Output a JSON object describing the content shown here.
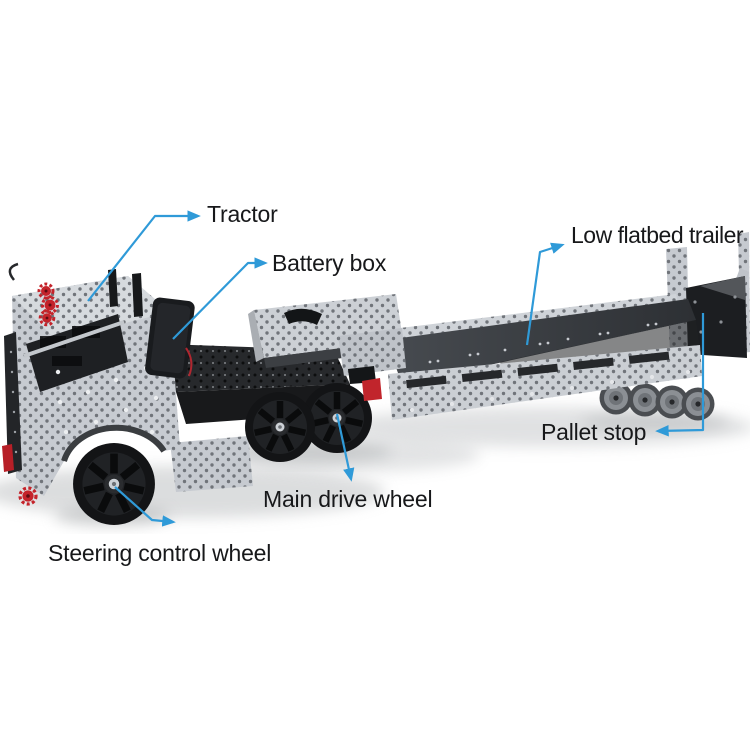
{
  "figure": {
    "background_color": "#ffffff",
    "callout_color": "#2f9ad8",
    "text_color": "#17181a",
    "labels": [
      {
        "id": "tractor",
        "text": "Tractor"
      },
      {
        "id": "battery-box",
        "text": "Battery box"
      },
      {
        "id": "low-flatbed-trailer",
        "text": "Low flatbed trailer"
      },
      {
        "id": "pallet-stop",
        "text": "Pallet stop"
      },
      {
        "id": "main-drive-wheel",
        "text": "Main drive wheel"
      },
      {
        "id": "steering-control-wheel",
        "text": "Steering control wheel"
      }
    ]
  }
}
